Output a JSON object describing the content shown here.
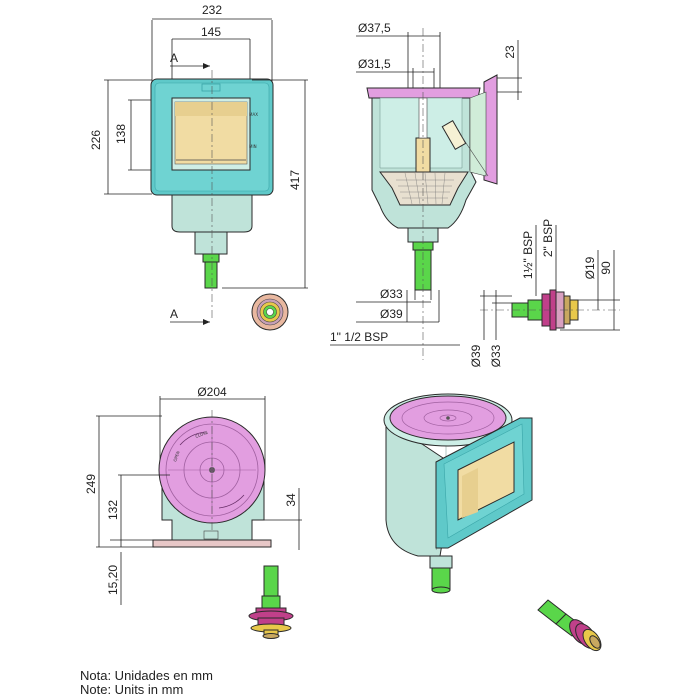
{
  "front_view": {
    "dim_width": "232",
    "dim_opening_width": "145",
    "dim_height": "226",
    "dim_opening_height": "138",
    "dim_total_height": "417",
    "section_mark": "A",
    "section_mark_bottom": "A",
    "label_max": "MAX",
    "label_min": "MIN"
  },
  "side_view": {
    "dim_d375": "Ø37,5",
    "dim_d315": "Ø31,5",
    "dim_23": "23",
    "dim_d33": "Ø33",
    "dim_d39": "Ø39",
    "dim_bsp": "1\" 1/2 BSP"
  },
  "fitting_view": {
    "dim_15bsp": "1½\" BSP",
    "dim_2bsp": "2\" BSP",
    "dim_d19": "Ø19",
    "dim_90": "90",
    "dim_d39": "Ø39",
    "dim_d33": "Ø33"
  },
  "top_view": {
    "dim_diameter": "Ø204",
    "dim_249": "249",
    "dim_132": "132",
    "dim_34": "34",
    "dim_1520": "15,20",
    "lid_text_open": "OPEN",
    "lid_text_close": "CLOSE"
  },
  "notes": {
    "line1": "Nota: Unidades en mm",
    "line2": "Note: Units in mm"
  },
  "colors": {
    "teal": "#5fc9c9",
    "teal_dark": "#3aa5a8",
    "body": "#bfe3d9",
    "body_dark": "#9fcfc3",
    "window": "#f1dca3",
    "lid": "#e29ee0",
    "green": "#5ad64a",
    "magenta": "#c0408a",
    "gold": "#e8c84a"
  }
}
